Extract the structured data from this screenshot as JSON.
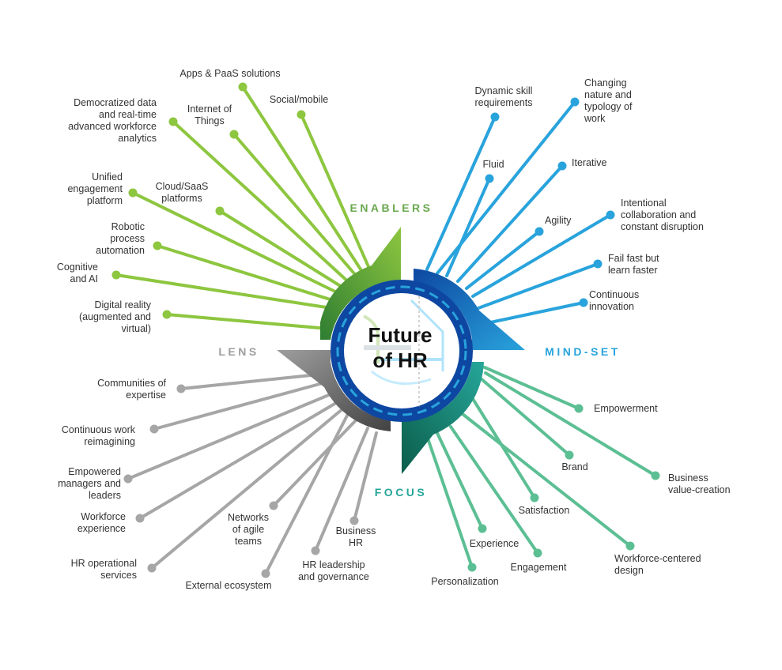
{
  "title": [
    "Future",
    "of HR"
  ],
  "colors": {
    "enablers": "#8dc63f",
    "mindset": "#29a3dc",
    "focus": "#5cbf94",
    "lens": "#a6a6a6",
    "enablers_label": "#6aa84f",
    "mindset_label": "#29a3dc",
    "focus_label": "#26a69a",
    "lens_label": "#9e9e9e"
  },
  "sections": {
    "enablers": "ENABLERS",
    "mindset": "MIND-SET",
    "focus": "FOCUS",
    "lens": "LENS"
  },
  "spokes": {
    "enablers": [
      {
        "label": [
          "Apps & PaaS solutions"
        ]
      },
      {
        "label": [
          "Social/mobile"
        ]
      },
      {
        "label": [
          "Internet of",
          "Things"
        ]
      },
      {
        "label": [
          "Democratized data",
          "and real-time",
          "advanced workforce",
          "analytics"
        ]
      },
      {
        "label": [
          "Cloud/SaaS",
          "platforms"
        ]
      },
      {
        "label": [
          "Unified",
          "engagement",
          "platform"
        ]
      },
      {
        "label": [
          "Robotic",
          "process",
          "automation"
        ]
      },
      {
        "label": [
          "Cognitive",
          "and AI"
        ]
      },
      {
        "label": [
          "Digital reality",
          "(augmented and",
          "virtual)"
        ]
      }
    ],
    "mindset": [
      {
        "label": [
          "Dynamic skill",
          "requirements"
        ]
      },
      {
        "label": [
          "Changing",
          "nature and",
          "typology of",
          "work"
        ]
      },
      {
        "label": [
          "Fluid"
        ]
      },
      {
        "label": [
          "Iterative"
        ]
      },
      {
        "label": [
          "Agility"
        ]
      },
      {
        "label": [
          "Intentional",
          "collaboration and",
          "constant disruption"
        ]
      },
      {
        "label": [
          "Fail fast but",
          "learn faster"
        ]
      },
      {
        "label": [
          "Continuous",
          "innovation"
        ]
      }
    ],
    "focus": [
      {
        "label": [
          "Empowerment"
        ]
      },
      {
        "label": [
          "Brand"
        ]
      },
      {
        "label": [
          "Business",
          "value-creation"
        ]
      },
      {
        "label": [
          "Satisfaction"
        ]
      },
      {
        "label": [
          "Experience"
        ]
      },
      {
        "label": [
          "Engagement"
        ]
      },
      {
        "label": [
          "Workforce-centered",
          "design"
        ]
      },
      {
        "label": [
          "Personalization"
        ]
      }
    ],
    "lens": [
      {
        "label": [
          "Communities of",
          "expertise"
        ]
      },
      {
        "label": [
          "Continuous work",
          "reimagining"
        ]
      },
      {
        "label": [
          "Empowered",
          "managers and",
          "leaders"
        ]
      },
      {
        "label": [
          "Workforce",
          "experience"
        ]
      },
      {
        "label": [
          "Networks",
          "of agile",
          "teams"
        ]
      },
      {
        "label": [
          "Business",
          "HR"
        ]
      },
      {
        "label": [
          "HR operational",
          "services"
        ]
      },
      {
        "label": [
          "HR leadership",
          "and governance"
        ]
      },
      {
        "label": [
          "External ecosystem"
        ]
      }
    ]
  }
}
